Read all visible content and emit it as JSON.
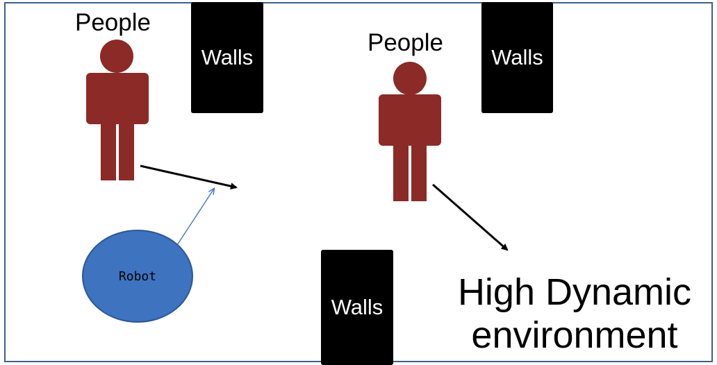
{
  "people": [
    {
      "label": "People"
    },
    {
      "label": "People"
    }
  ],
  "walls": [
    {
      "label": "Walls"
    },
    {
      "label": "Walls"
    },
    {
      "label": "Walls"
    }
  ],
  "robot": {
    "label": "Robot"
  },
  "caption": {
    "line1": "High Dynamic",
    "line2": "environment"
  },
  "colors": {
    "person": "#8b2a27",
    "wall": "#000000",
    "robot_fill": "#3d73bf",
    "robot_stroke": "#2d5796",
    "robot_arrow": "#4a7bc0",
    "arrow": "#000000",
    "frame": "#3e5f8c"
  }
}
